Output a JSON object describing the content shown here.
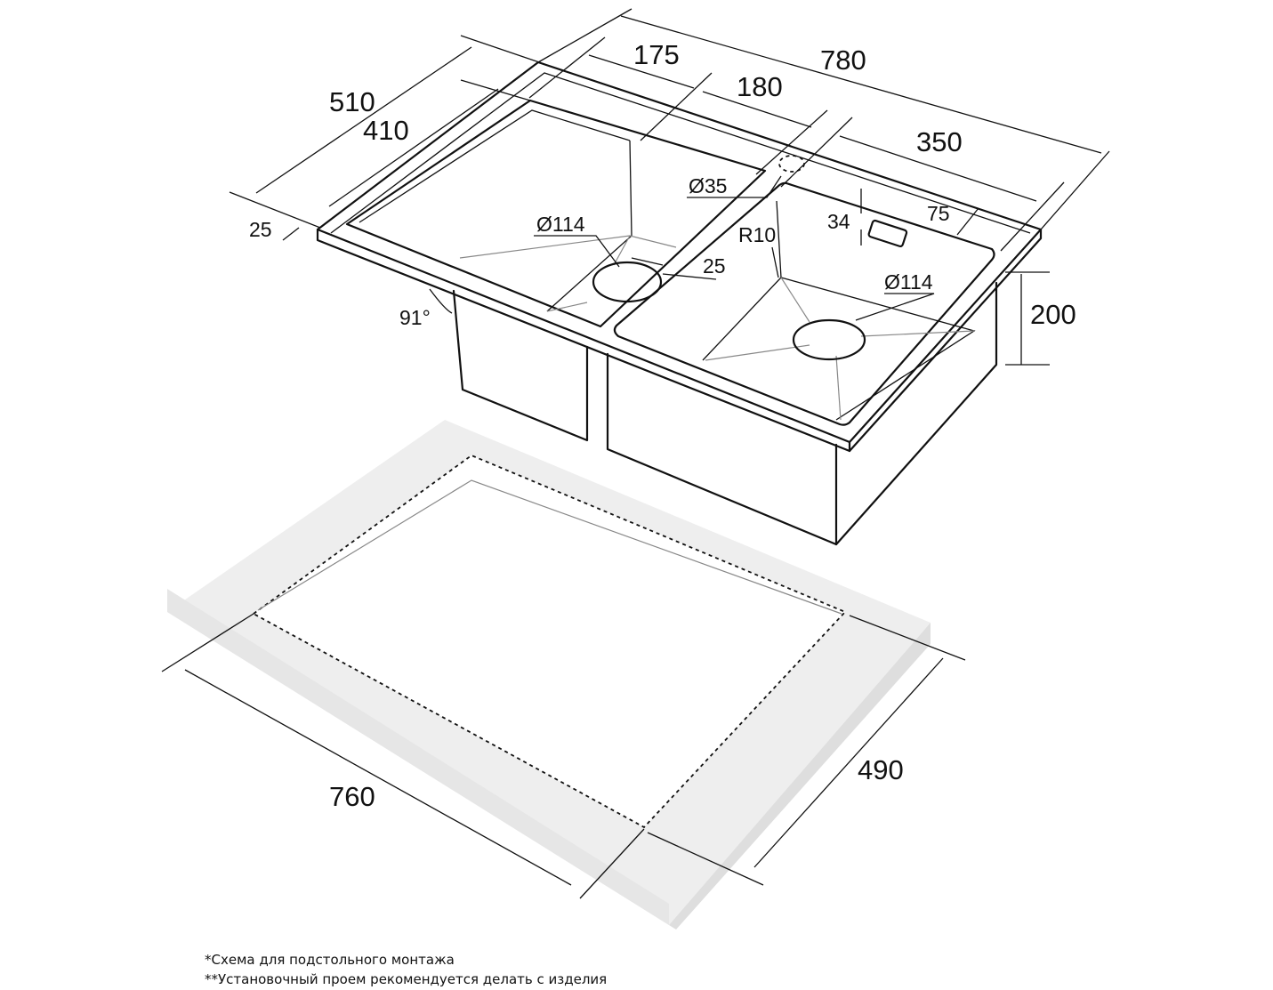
{
  "dimensions": {
    "total_length": "780",
    "left_bowl_width": "175",
    "gap_width": "180",
    "right_bowl_width": "350",
    "total_depth": "510",
    "bowl_depth": "410",
    "rim_offset": "25",
    "faucet_hole": "Ø35",
    "left_drain": "Ø114",
    "drain_offset": "25",
    "corner_radius": "R10",
    "overflow_height": "34",
    "overflow_offset": "75",
    "right_drain": "Ø114",
    "bowl_height": "200",
    "angle": "91°",
    "cutout_length": "760",
    "cutout_depth": "490"
  },
  "notes": {
    "line1": "*Схема для подстольного монтажа",
    "line2": "**Установочный проем рекомендуется делать с изделия"
  },
  "colors": {
    "line": "#111111",
    "countertop": "#eeeeee",
    "countertop_side": "#e2e2e2"
  }
}
